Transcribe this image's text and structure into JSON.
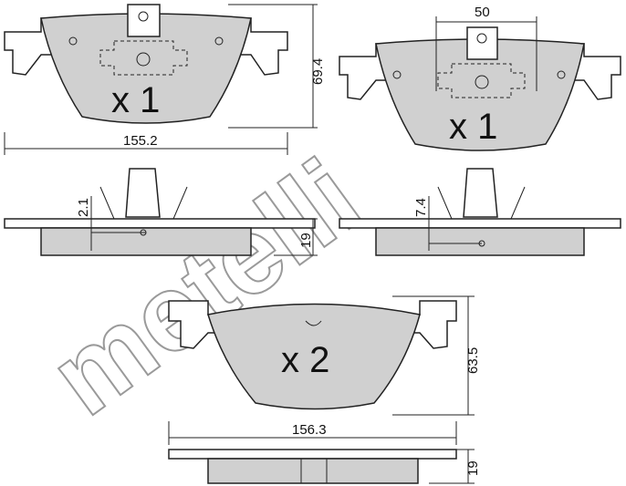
{
  "watermark": "metelli",
  "pads": [
    {
      "quantity": "x 1",
      "width_dim": "155.2",
      "height_dim": "69.4",
      "thickness_dim": "19",
      "offset_dim": "2.1"
    },
    {
      "quantity": "x 1",
      "tab_dim": "50",
      "thickness_dim": "19",
      "offset_dim": "7.4"
    },
    {
      "quantity": "x 2",
      "width_dim": "156.3",
      "height_dim": "63.5",
      "thickness_dim": "19"
    }
  ]
}
